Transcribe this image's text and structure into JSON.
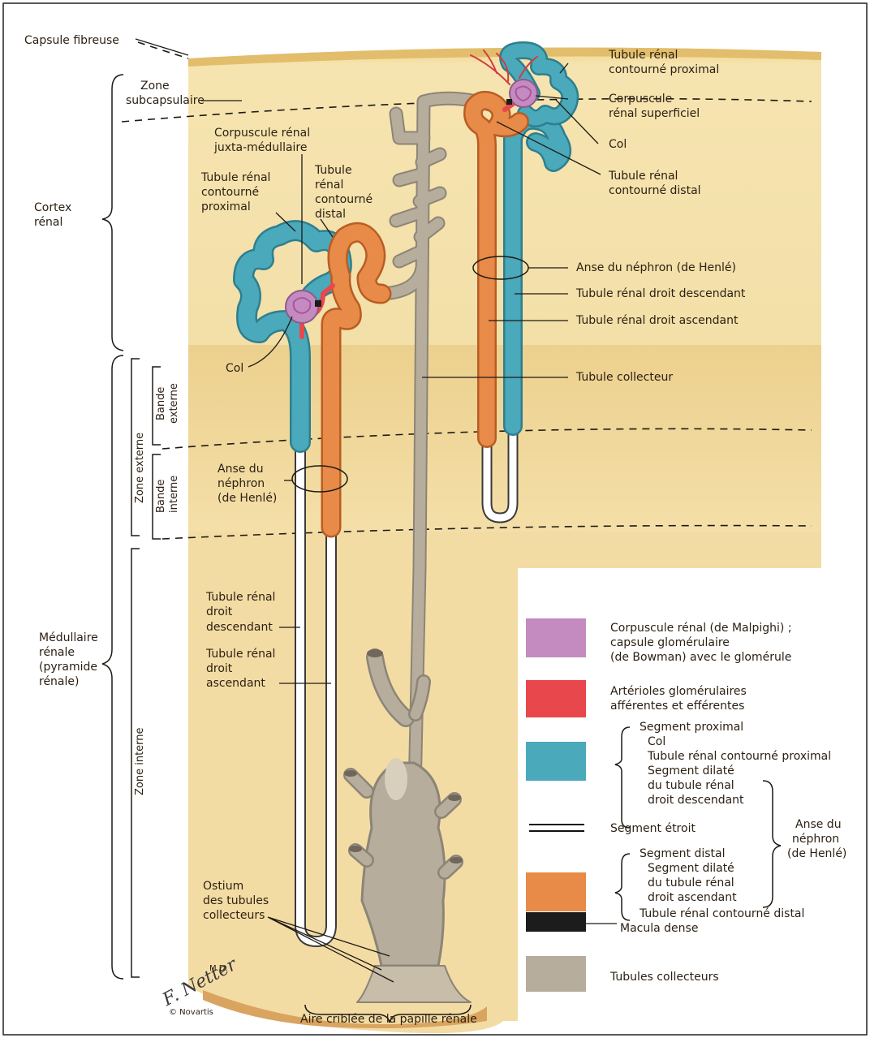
{
  "diagram": {
    "labels": {
      "capsule": "Capsule fibreuse",
      "zone_sub_1": "Zone",
      "zone_sub_2": "subcapsulaire",
      "cortex_1": "Cortex",
      "cortex_2": "rénal",
      "medulla_1": "Médullaire",
      "medulla_2": "rénale",
      "medulla_3": "(pyramide",
      "medulla_4": "rénale)",
      "zone_externe": "Zone externe",
      "zone_interne": "Zone interne",
      "bande_externe_1": "Bande",
      "bande_externe_2": "externe",
      "bande_interne_1": "Bande",
      "bande_interne_2": "interne",
      "jm_corpuscle_1": "Corpuscule rénal",
      "jm_corpuscle_2": "juxta-médullaire",
      "jm_prox_1": "Tubule rénal",
      "jm_prox_2": "contourné",
      "jm_prox_3": "proximal",
      "jm_dist_1": "Tubule",
      "jm_dist_2": "rénal",
      "jm_dist_3": "contourné",
      "jm_dist_4": "distal",
      "jm_col": "Col",
      "jm_henle_1": "Anse du",
      "jm_henle_2": "néphron",
      "jm_henle_3": "(de Henlé)",
      "jm_desc_1": "Tubule rénal",
      "jm_desc_2": "droit",
      "jm_desc_3": "descendant",
      "jm_asc_1": "Tubule rénal",
      "jm_asc_2": "droit",
      "jm_asc_3": "ascendant",
      "ostium_1": "Ostium",
      "ostium_2": "des tubules",
      "ostium_3": "collecteurs",
      "sup_prox_1": "Tubule rénal",
      "sup_prox_2": "contourné proximal",
      "sup_corp_1": "Corpuscule",
      "sup_corp_2": "rénal superficiel",
      "sup_col": "Col",
      "sup_dist_1": "Tubule rénal",
      "sup_dist_2": "contourné distal",
      "sup_henle": "Anse du néphron (de Henlé)",
      "sup_desc": "Tubule rénal droit descendant",
      "sup_asc": "Tubule rénal droit ascendant",
      "collecteur": "Tubule collecteur",
      "aire": "Aire criblée de la papille rénale",
      "copyright": "© Novartis",
      "signature": "F. Netter",
      "signature_md": "M.D."
    },
    "legend": {
      "items": [
        {
          "name": "corpuscle",
          "color": "#c48bc0",
          "lines": [
            "Corpuscule rénal (de Malpighi) ;",
            "capsule glomérulaire",
            "(de Bowman) avec le glomérule"
          ]
        },
        {
          "name": "arterioles",
          "color": "#e8474c",
          "lines": [
            "Artérioles glomérulaires",
            "afférentes et efférentes"
          ]
        },
        {
          "name": "proximal",
          "color": "#4aa9bb",
          "lines": [
            "Segment proximal",
            "Col",
            "Tubule rénal contourné proximal",
            "Segment dilaté",
            "du tubule rénal",
            "droit descendant"
          ]
        },
        {
          "name": "thin",
          "color": "#111111",
          "lines": [
            "Segment étroit"
          ]
        },
        {
          "name": "distal",
          "color": "#e88a48",
          "lines": [
            "Segment distal",
            "Segment dilaté",
            "du tubule rénal",
            "droit ascendant",
            "Tubule rénal contourné distal"
          ]
        },
        {
          "name": "macula",
          "color": "#1c1c1c",
          "lines": [
            "Macula dense"
          ]
        },
        {
          "name": "collecting",
          "color": "#b7ad9d",
          "lines": [
            "Tubules collecteurs"
          ]
        }
      ],
      "henle_1": "Anse du",
      "henle_2": "néphron",
      "henle_3": "(de Henlé)"
    },
    "colors": {
      "cortex": "#f3dfa6",
      "outer_medulla": "#eed494",
      "inner_medulla": "#f3dca2",
      "proximal_tubule": "#4aa9bb",
      "distal_tubule": "#e88a48",
      "collecting_duct": "#b7ad9d",
      "corpuscle": "#c48bc0",
      "arteriole": "#e8474c"
    }
  }
}
